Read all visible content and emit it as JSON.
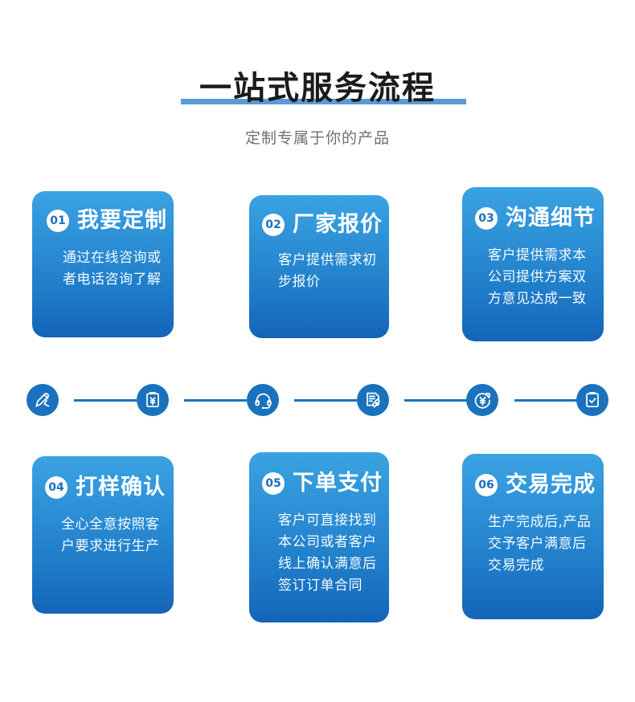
{
  "header": {
    "title": "一站式服务流程",
    "subtitle": "定制专属于你的产品",
    "underline_color": "#5b9bd5",
    "title_color": "#1b1b1b",
    "subtitle_color": "#6f6f6f"
  },
  "theme": {
    "card_gradient_top": "#3aa3e3",
    "card_gradient_bottom": "#1464b8",
    "icon_blue": "#1a72bd",
    "badge_bg": "#ffffff",
    "badge_text": "#1a72bd",
    "card_text": "#ffffff",
    "background": "#ffffff"
  },
  "steps": [
    {
      "number": "01",
      "title": "我要定制",
      "desc": "通过在线咨询或者电话咨询了解",
      "icon": "pen-design-icon"
    },
    {
      "number": "02",
      "title": "厂家报价",
      "desc": "客户提供需求初步报价",
      "icon": "clipboard-yen-icon"
    },
    {
      "number": "03",
      "title": "沟通细节",
      "desc": "客户提供需求本公司提供方案双方意见达成一致",
      "icon": "headset-icon"
    },
    {
      "number": "04",
      "title": "打样确认",
      "desc": "全心全意按照客户要求进行生产",
      "icon": "document-tag-icon"
    },
    {
      "number": "05",
      "title": "下单支付",
      "desc": "客户可直接找到本公司或者客户线上确认满意后签订订单合同",
      "icon": "yen-circle-icon"
    },
    {
      "number": "06",
      "title": "交易完成",
      "desc": "生产完成后,产品交予客户满意后交易完成",
      "icon": "clipboard-check-icon"
    }
  ],
  "icon_strip": {
    "icons": [
      "pen-design-icon",
      "clipboard-yen-icon",
      "headset-icon",
      "document-tag-icon",
      "yen-circle-icon",
      "clipboard-check-icon"
    ],
    "connector_count": 5
  }
}
